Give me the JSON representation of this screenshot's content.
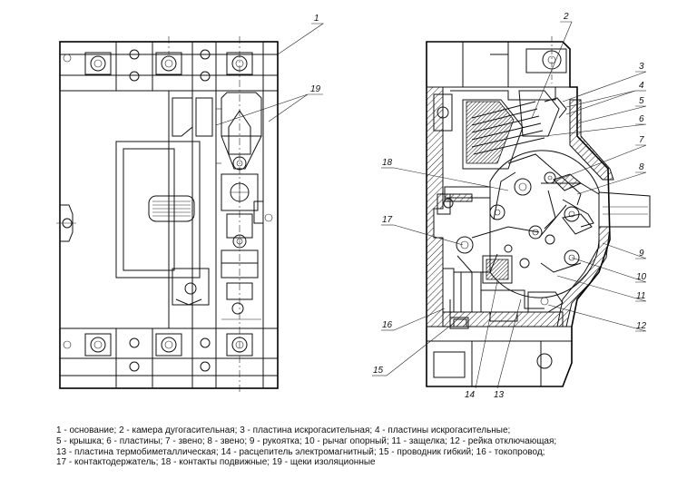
{
  "callouts": {
    "c1": "1",
    "c2": "2",
    "c3": "3",
    "c4": "4",
    "c5": "5",
    "c6": "6",
    "c7": "7",
    "c8": "8",
    "c9": "9",
    "c10": "10",
    "c11": "11",
    "c12": "12",
    "c13": "13",
    "c14": "14",
    "c15": "15",
    "c16": "16",
    "c17": "17",
    "c18": "18",
    "c19": "19"
  },
  "legend": {
    "line1": "1 - основание; 2 - камера дугогасительная; 3 - пластина искрогасительная; 4 - пластины искрогасительные;",
    "line2": "5 - крышка; 6 - пластины; 7 - звено; 8 - звено; 9 - рукоятка; 10 - рычаг опорный; 11 - защелка; 12 - рейка отключающая;",
    "line3": "13 - пластина термобиметаллическая; 14 - расцепитель электромагнитный; 15 - проводник гибкий; 16 - токопровод;",
    "line4": "17 - контактодержатель; 18 - контакты подвижные; 19 - щеки изоляционные"
  }
}
